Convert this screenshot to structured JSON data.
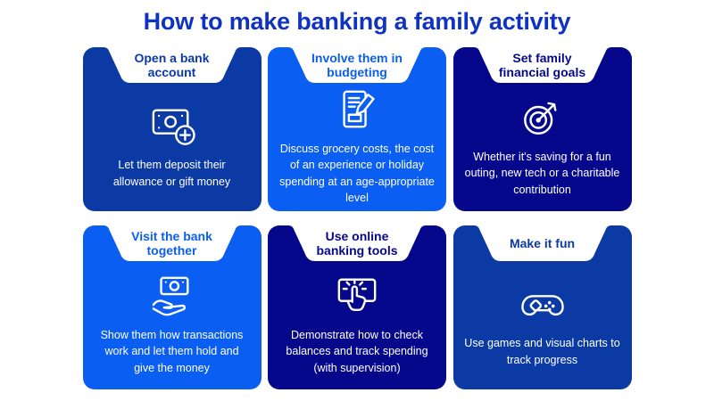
{
  "page": {
    "title": "How to make banking a family activity",
    "title_color": "#1032c2",
    "background": "#ffffff"
  },
  "palette": {
    "medium_blue": "#0b3aa5",
    "bright_blue": "#0b5ef2",
    "dark_navy": "#06088c",
    "text_on_card": "#ffffff"
  },
  "cards": [
    {
      "title": "Open a bank account",
      "description": "Let them deposit their allowance or gift money",
      "icon": "banknote-plus-icon",
      "color": "#0b3aa5"
    },
    {
      "title": "Involve them in budgeting",
      "description": "Discuss grocery costs, the cost of an experience or holiday spending at an age-appropriate level",
      "icon": "document-pencil-icon",
      "color": "#0b5ef2"
    },
    {
      "title": "Set family financial goals",
      "description": "Whether it's saving for a fun outing, new tech or a charitable contribution",
      "icon": "target-dart-icon",
      "color": "#06088c"
    },
    {
      "title": "Visit the bank together",
      "description": "Show them how transactions work and let them hold and give the money",
      "icon": "hand-money-icon",
      "color": "#0b5ef2"
    },
    {
      "title": "Use online banking tools",
      "description": "Demonstrate how to check balances and track spending (with supervision)",
      "icon": "tap-screen-icon",
      "color": "#06088c"
    },
    {
      "title": "Make it fun",
      "description": "Use games and visual charts to track progress",
      "icon": "game-controller-icon",
      "color": "#0b3aa5"
    }
  ]
}
